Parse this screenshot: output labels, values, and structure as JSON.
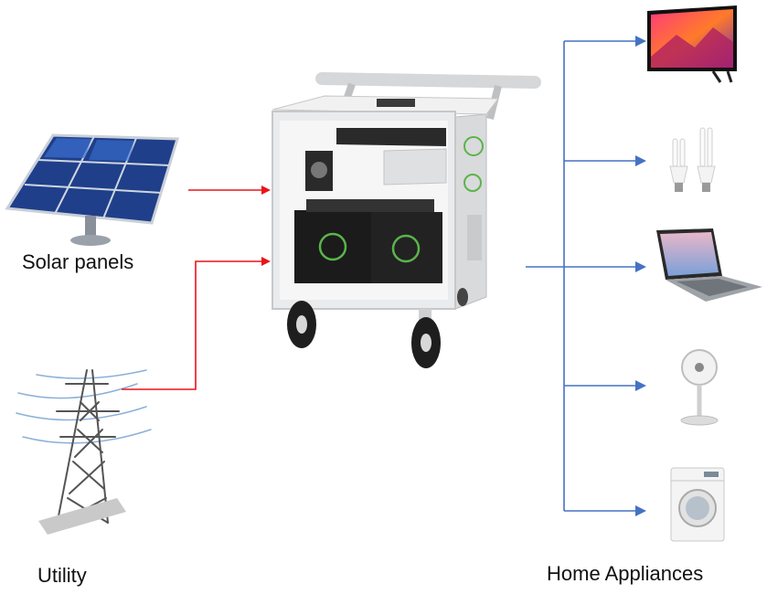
{
  "labels": {
    "solar": "Solar panels",
    "utility": "Utility",
    "home": "Home Appliances"
  },
  "colors": {
    "input_arrow": "#e8141c",
    "output_arrow": "#4472c4",
    "cart_body": "#e8e9ea",
    "battery": "#1b1b1b",
    "eco_green": "#5ab44a",
    "solar_cell": "#2f5fc0"
  },
  "icons": {
    "solar": "solar-panel-icon",
    "utility": "power-tower-icon",
    "station": "battery-cart-icon",
    "appliances": [
      "tv-icon",
      "bulbs-icon",
      "laptop-icon",
      "fan-icon",
      "washer-icon"
    ]
  }
}
